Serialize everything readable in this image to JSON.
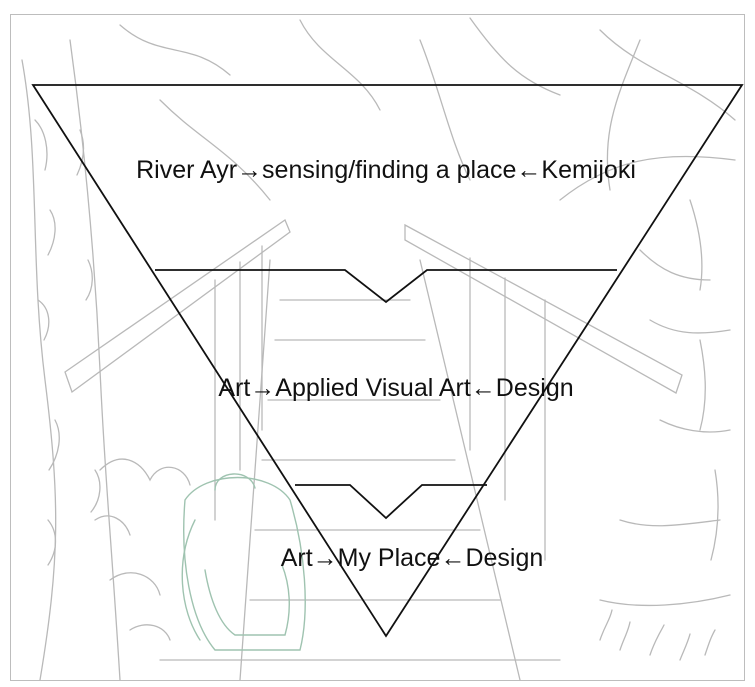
{
  "diagram": {
    "levels": [
      {
        "id": "top",
        "label": "River Ayr→sensing/finding a place←Kemijoki"
      },
      {
        "id": "middle",
        "label": "Art→Applied Visual Art←Design"
      },
      {
        "id": "bottom",
        "label": "Art→My Place←Design"
      }
    ],
    "background": {
      "subject": "pencil line drawing of a wooden footbridge with a backpack in a forest"
    },
    "colors": {
      "background": "#ffffff",
      "sketch_line": "#b9b9b9",
      "backpack_line": "#9fc3b0",
      "diagram_line": "#111111",
      "frame_border": "#bdbdbd"
    }
  }
}
